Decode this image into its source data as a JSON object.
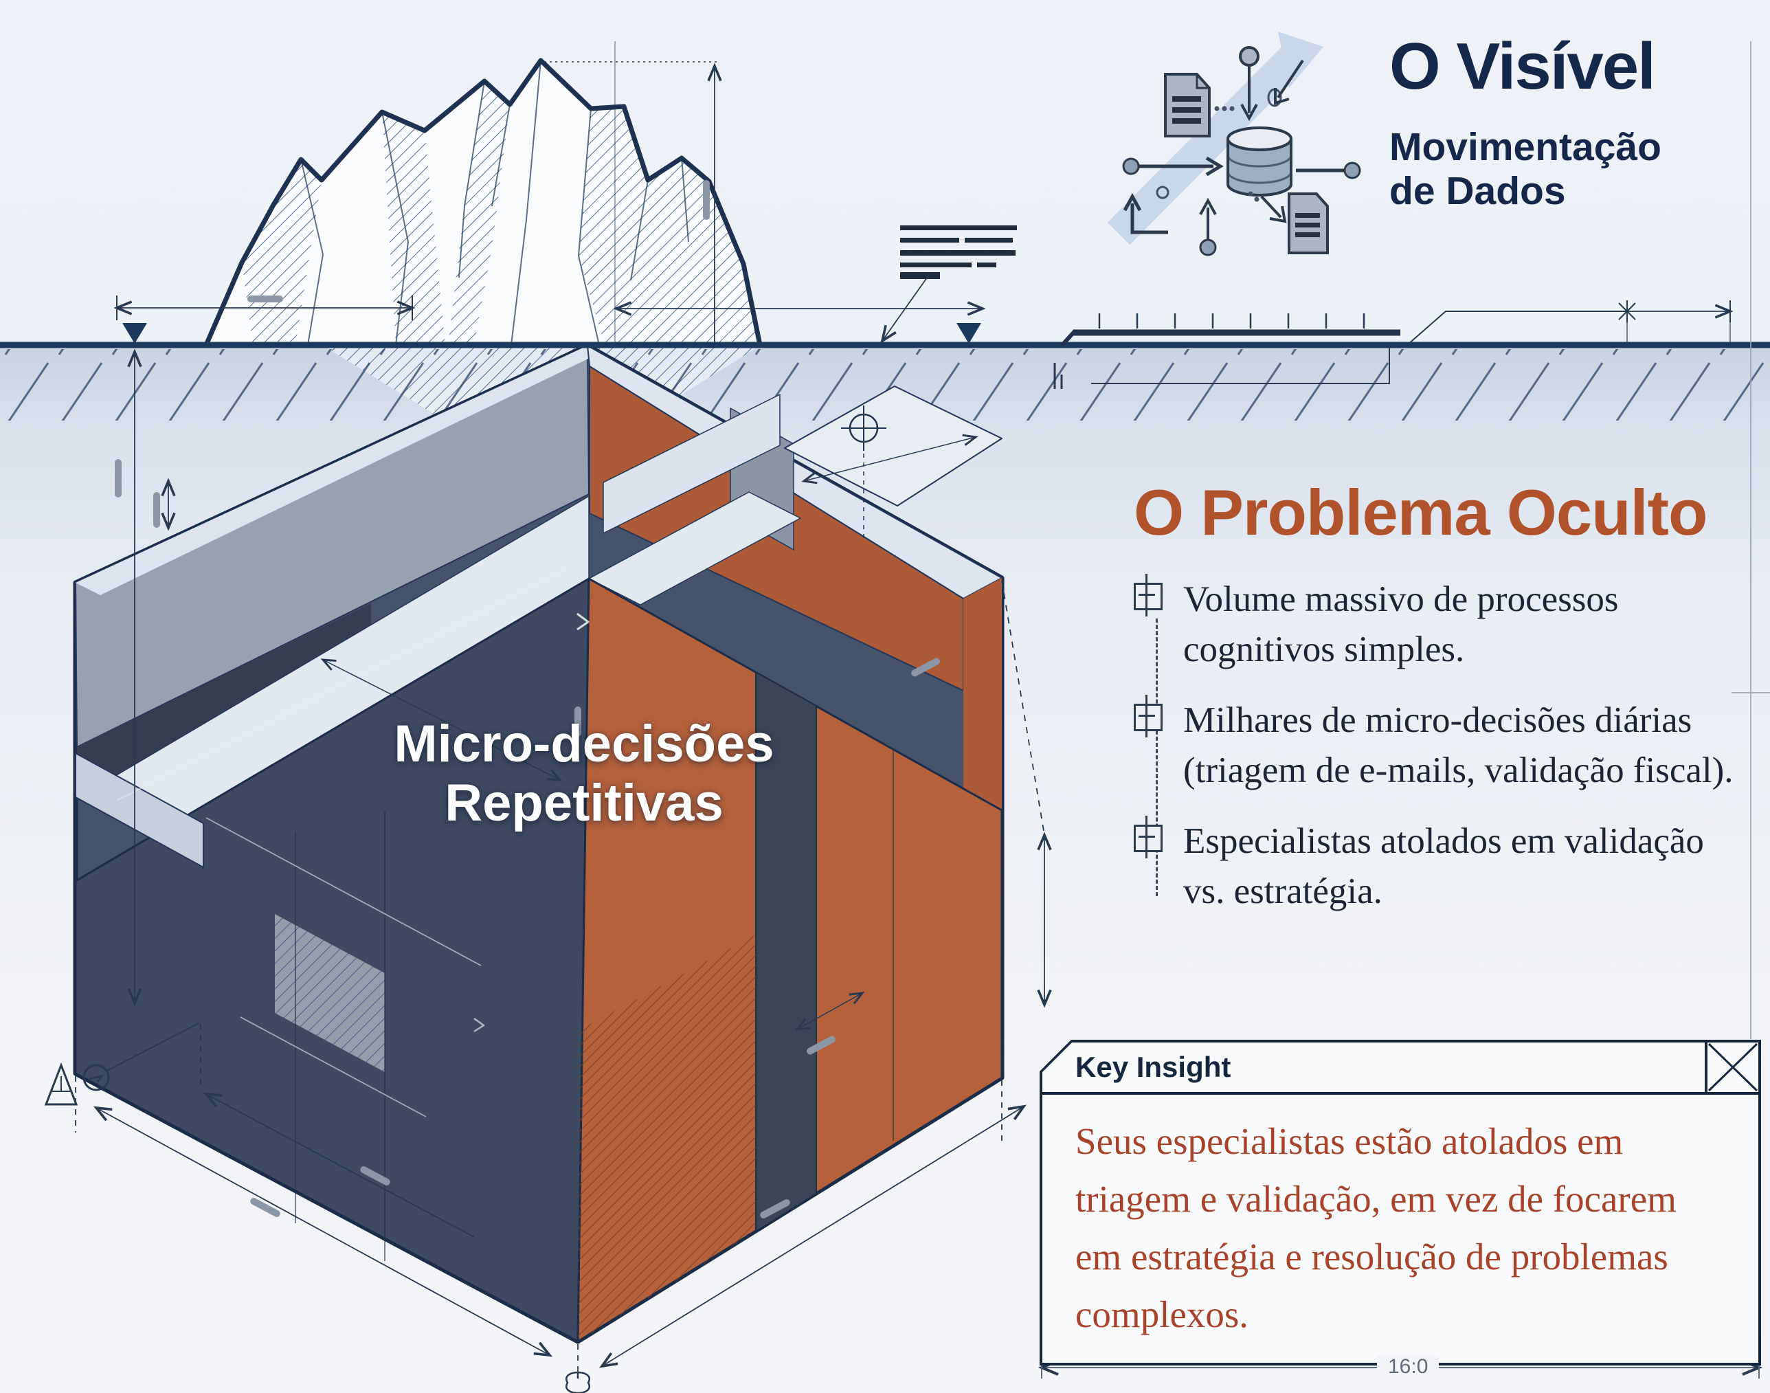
{
  "visible_section": {
    "title": "O Visível",
    "subtitle_line1": "Movimentação",
    "subtitle_line2": "de Dados",
    "icon": "data-movement-database-icon"
  },
  "iceberg_label": {
    "line1": "Micro-decisões",
    "line2": "Repetitivas"
  },
  "hidden_problem": {
    "title": "O Problema Oculto",
    "bullets": [
      {
        "icon": "datum-square-icon",
        "text": "Volume massivo de processos cognitivos simples."
      },
      {
        "icon": "datum-square-icon",
        "text": "Milhares de micro-decisões diárias (triagem de e-mails, validação fiscal)."
      },
      {
        "icon": "datum-square-icon",
        "text": "Especialistas atolados em validação vs. estratégia."
      }
    ]
  },
  "key_insight": {
    "title": "Key Insight",
    "body": "Seus especialistas estão atolados em triagem e validação, em vez de focarem em estratégia e resolução de problemas complexos."
  },
  "bottom_dimension_label": "16:0",
  "palette": {
    "navy_outline": "#1b2d49",
    "title_navy": "#16284a",
    "rust_heading": "#b0522c",
    "rust_body": "#a8432a",
    "cube_dark_face": "#3d4a61",
    "cube_orange_face": "#b4613c",
    "cube_top_gray": "#97a2b0",
    "channel_light": "#e2e8f0",
    "background": "#edf1f7"
  }
}
